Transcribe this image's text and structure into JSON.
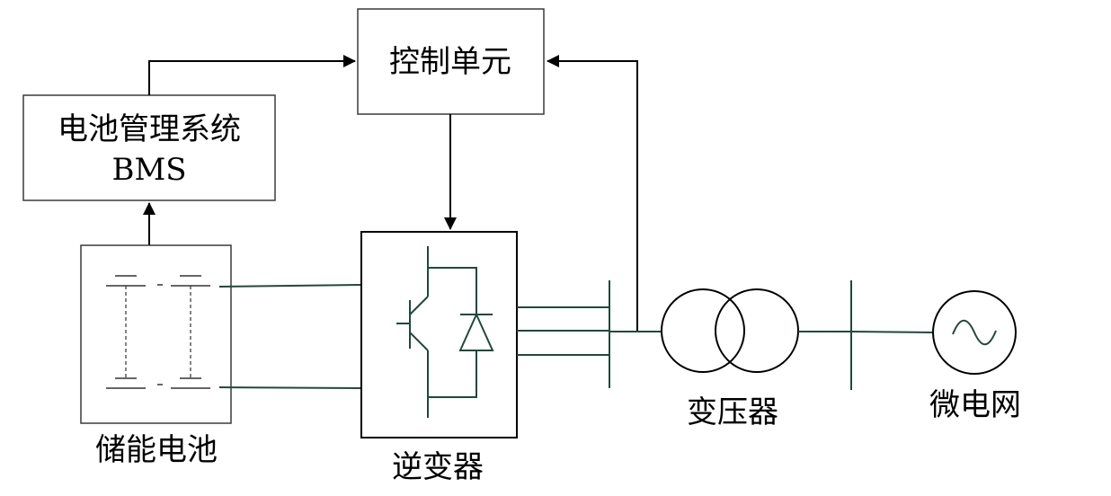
{
  "blocks": {
    "control_unit": "控制单元",
    "bms_line1": "电池管理系统",
    "bms_line2": "BMS",
    "battery": "储能电池",
    "inverter": "逆变器",
    "transformer": "变压器",
    "microgrid": "微电网"
  },
  "colors": {
    "box_stroke": "#3a3a3a",
    "power_line": "#1f4a3a",
    "arrow": "#000000"
  }
}
